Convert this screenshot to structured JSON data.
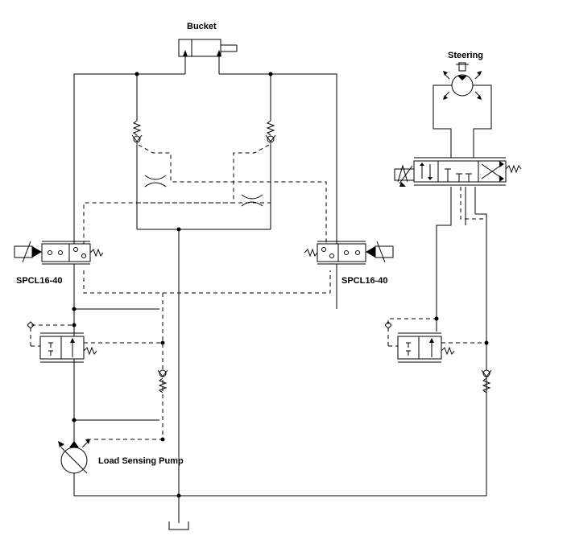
{
  "labels": {
    "bucket": "Bucket",
    "steering": "Steering",
    "valve_left": "SPCL16-40",
    "valve_right": "SPCL16-40",
    "pump": "Load Sensing Pump"
  }
}
